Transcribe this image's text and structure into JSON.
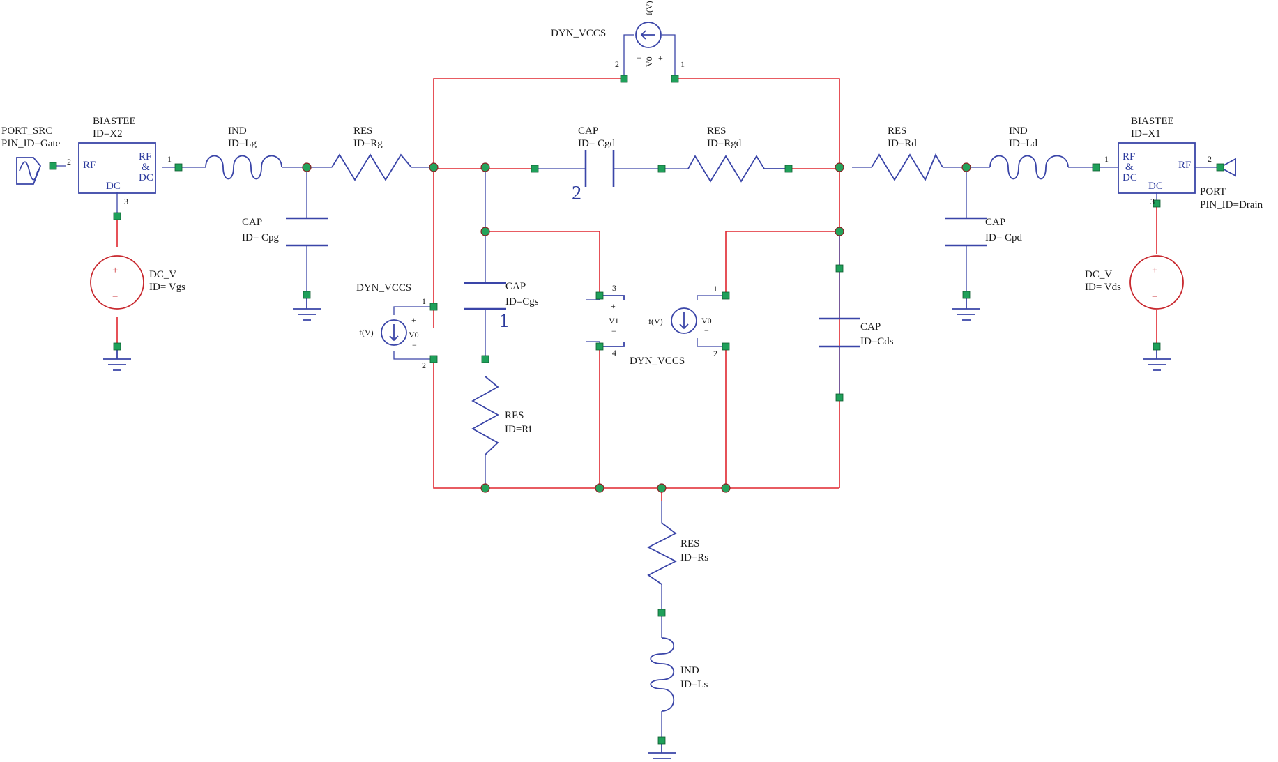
{
  "schematic": {
    "source_port": {
      "type": "PORT_SRC",
      "id": "PIN_ID=Gate",
      "pin": "2"
    },
    "load_port": {
      "type": "PORT",
      "id": "PIN_ID=Drain",
      "pin": "2"
    },
    "biastee_gate": {
      "type": "BIASTEE",
      "id": "ID=X2",
      "rf": "RF",
      "rfdc": [
        "RF",
        "&",
        "DC"
      ],
      "dc": "DC",
      "pins": [
        "2",
        "1",
        "3"
      ]
    },
    "biastee_drain": {
      "type": "BIASTEE",
      "id": "ID=X1",
      "rf": "RF",
      "rfdc": [
        "RF",
        "&",
        "DC"
      ],
      "dc": "DC",
      "pins": [
        "1",
        "2",
        "3"
      ]
    },
    "dc_gate": {
      "type": "DC_V",
      "id": "ID= Vgs",
      "plus": "+",
      "minus": "−"
    },
    "dc_drain": {
      "type": "DC_V",
      "id": "ID= Vds",
      "plus": "+",
      "minus": "−"
    },
    "ind_lg": {
      "type": "IND",
      "id": "ID=Lg"
    },
    "ind_ld": {
      "type": "IND",
      "id": "ID=Ld"
    },
    "ind_ls": {
      "type": "IND",
      "id": "ID=Ls"
    },
    "res_rg": {
      "type": "RES",
      "id": "ID=Rg"
    },
    "res_rgd": {
      "type": "RES",
      "id": "ID=Rgd"
    },
    "res_rd": {
      "type": "RES",
      "id": "ID=Rd"
    },
    "res_ri": {
      "type": "RES",
      "id": "ID=Ri"
    },
    "res_rs": {
      "type": "RES",
      "id": "ID=Rs"
    },
    "cap_cpg": {
      "type": "CAP",
      "id": "ID= Cpg"
    },
    "cap_cpd": {
      "type": "CAP",
      "id": "ID= Cpd"
    },
    "cap_cgd": {
      "type": "CAP",
      "id": "ID= Cgd",
      "node_mark": "2"
    },
    "cap_cgs": {
      "type": "CAP",
      "id": "ID=Cgs",
      "node_mark": "1"
    },
    "cap_cds": {
      "type": "CAP",
      "id": "ID=Cds"
    },
    "vccs_top": {
      "type": "DYN_VCCS",
      "fn": "f(V)",
      "ctrl": "V0",
      "plus": "+",
      "minus": "−",
      "pins": [
        "2",
        "1"
      ]
    },
    "vccs_left": {
      "type": "DYN_VCCS",
      "fn": "f(V)",
      "ctrl": "V0",
      "plus": "+",
      "minus": "−",
      "pins": [
        "1",
        "2"
      ]
    },
    "vccs_mid": {
      "type": "DYN_VCCS",
      "fn": "f(V)",
      "ctrl": "V0",
      "plus": "+",
      "minus": "−",
      "pins": [
        "1",
        "2"
      ]
    },
    "probe_v1": {
      "label": "V1",
      "plus": "+",
      "minus": "−",
      "pins": [
        "3",
        "4"
      ]
    },
    "colors": {
      "wire": "#3a45a8",
      "active_wire": "#e0262f",
      "node": "#1fa05a"
    }
  }
}
